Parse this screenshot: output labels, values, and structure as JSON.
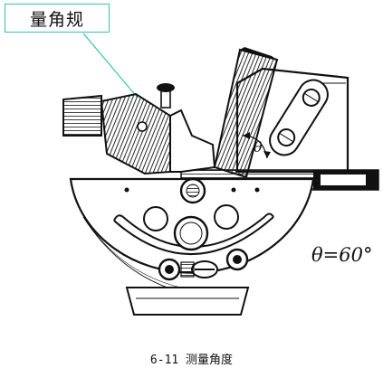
{
  "callout": {
    "label": "量角规"
  },
  "diagram": {
    "angle_symbol": "θ",
    "formula": "θ=60°"
  },
  "caption": "6-11 测量角度",
  "colors": {
    "callout_border": "#2fc4b4",
    "ink": "#111111"
  }
}
